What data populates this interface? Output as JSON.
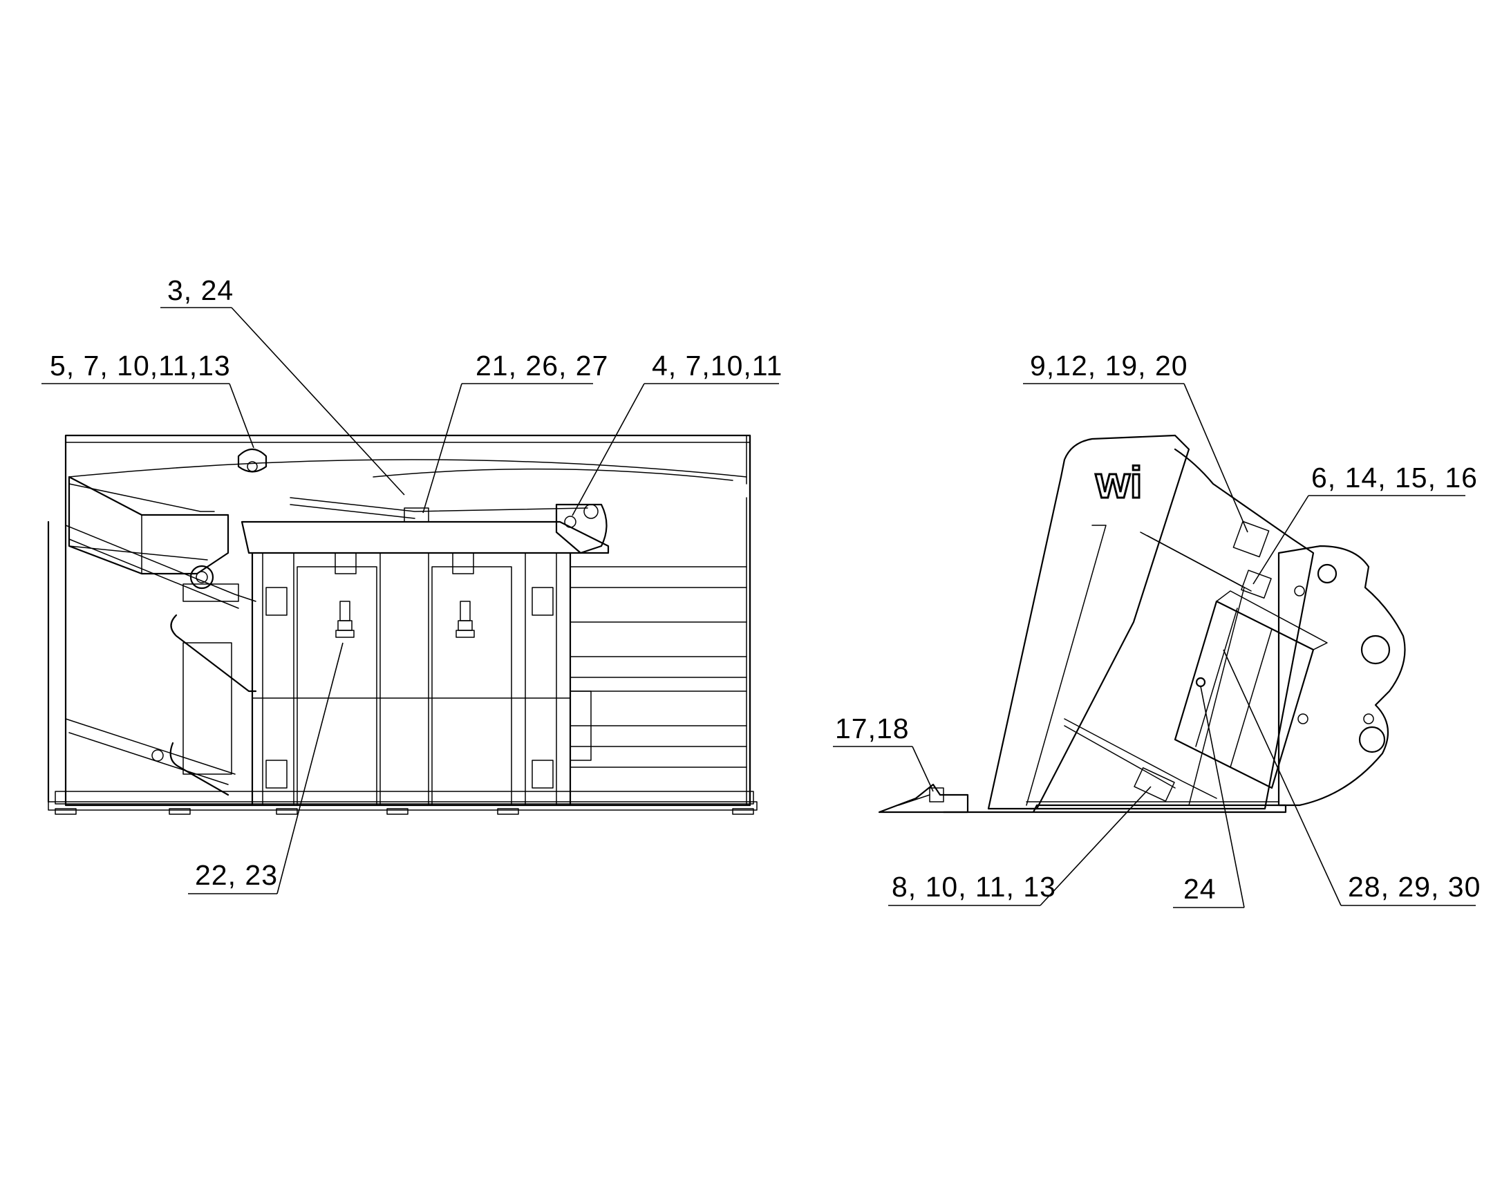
{
  "logo_text": "wi",
  "callouts": {
    "c_3_24": "3, 24",
    "c_5_7_10_11_13": "5,  7, 10,11,13",
    "c_21_26_27": "21, 26, 27",
    "c_4_7_10_11": "4, 7,10,11",
    "c_22_23": "22, 23",
    "c_9_12_19_20": "9,12, 19, 20",
    "c_6_14_15_16": "6, 14, 15, 16",
    "c_17_18": "17,18",
    "c_8_10_11_13": "8, 10, 11, 13",
    "c_24": "24",
    "c_28_29_30": "28, 29, 30"
  }
}
